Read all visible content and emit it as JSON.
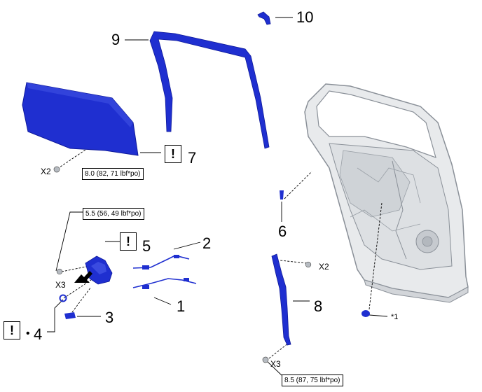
{
  "callouts": {
    "c1": "1",
    "c2": "2",
    "c3": "3",
    "c4": "4",
    "c5": "5",
    "c6": "6",
    "c7": "7",
    "c8": "8",
    "c9": "9",
    "c10": "10"
  },
  "bullet": "•",
  "notice_symbol": "!",
  "qty": {
    "glass_bolt": "X2",
    "door_bolt": "X2",
    "lock_screw": "X3",
    "channel_bolt": "X3"
  },
  "torque": {
    "glass_bolt": "8.0 (82, 71 lbf*po)",
    "lock_screw": "5.5 (56, 49 lbf*po)",
    "channel_bolt": "8.5 (87, 75 lbf*po)"
  },
  "note": "*1",
  "colors": {
    "part_blue": "#1f2fd0",
    "part_blue_dark": "#0f1a9a",
    "door_gray": "#e6e8ea",
    "door_line": "#8a9098",
    "leader": "#000000"
  },
  "icons": {
    "notice": "notice-icon",
    "arrow": "direction-arrow-icon"
  }
}
